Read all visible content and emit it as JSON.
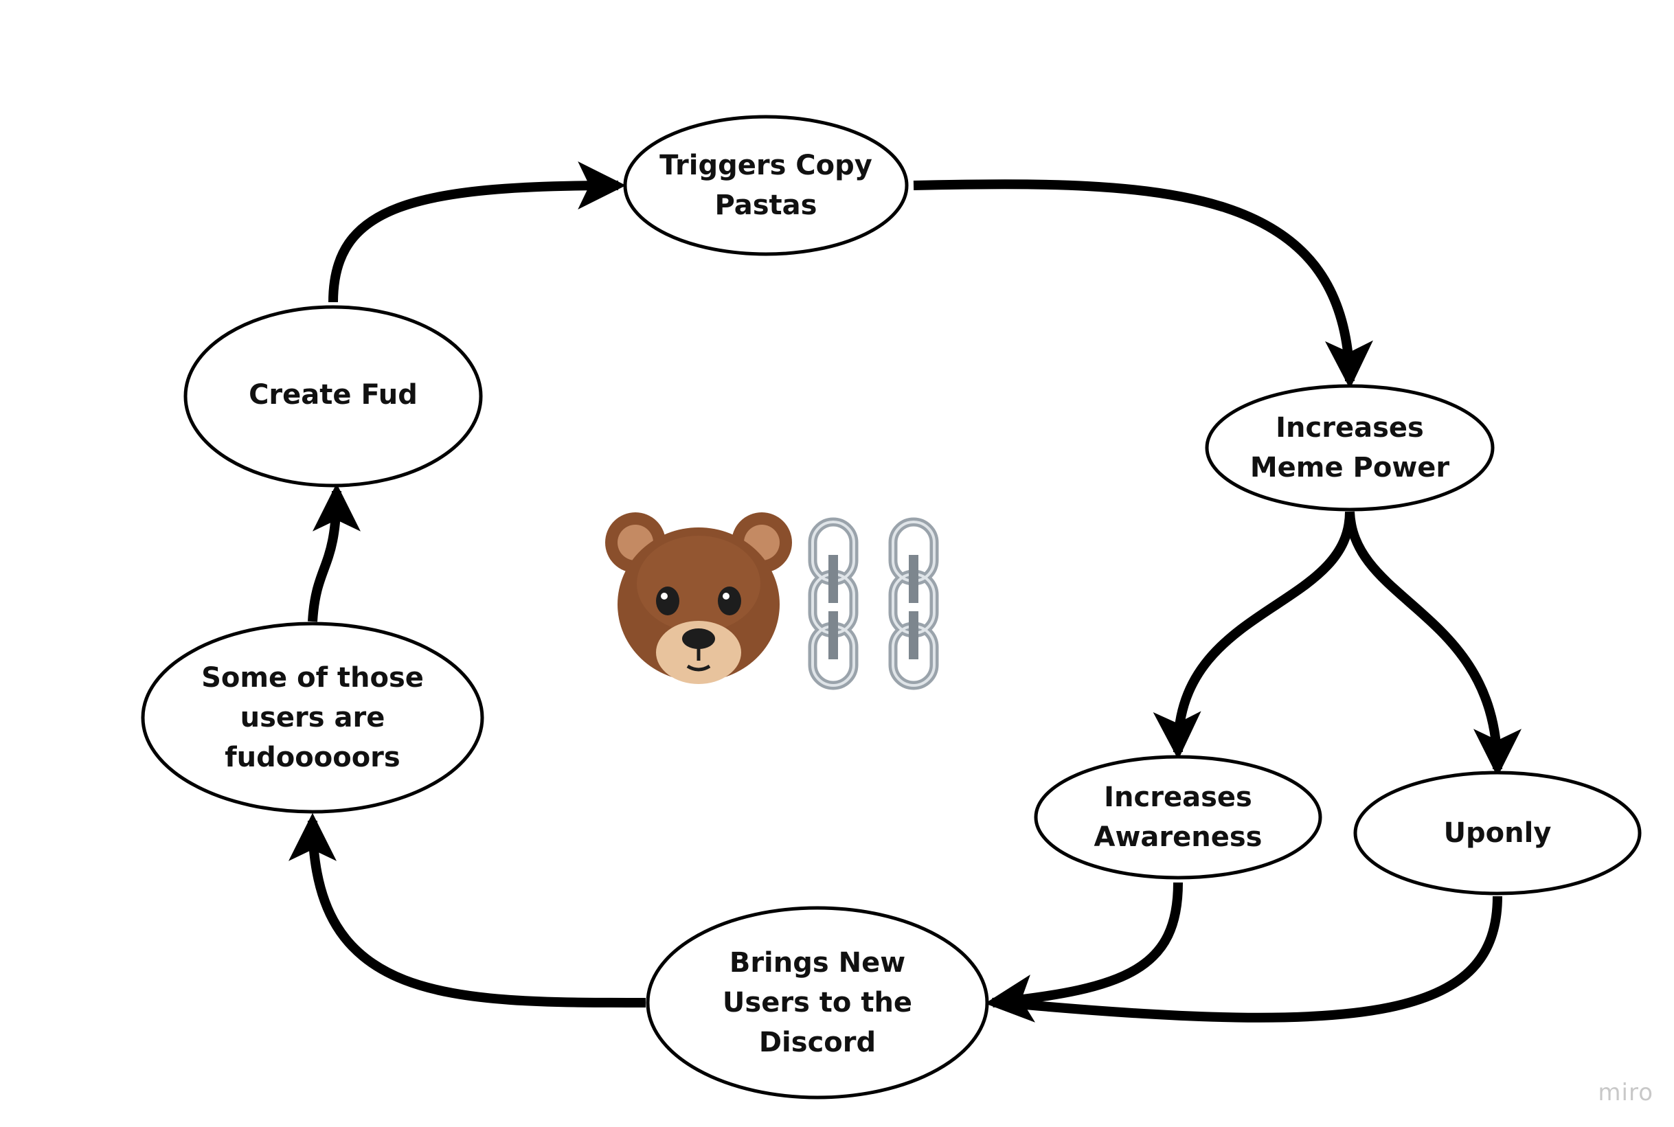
{
  "diagram": {
    "nodes": {
      "triggers": {
        "label": "Triggers Copy\nPastas"
      },
      "meme_power": {
        "label": "Increases\nMeme Power"
      },
      "awareness": {
        "label": "Increases\nAwareness"
      },
      "uponly": {
        "label": "Uponly"
      },
      "new_users": {
        "label": "Brings New\nUsers to the\nDiscord"
      },
      "fudooooors": {
        "label": "Some of those\nusers are\nfudooooors"
      },
      "create_fud": {
        "label": "Create Fud"
      }
    },
    "edges": [
      {
        "from": "create_fud",
        "to": "triggers"
      },
      {
        "from": "triggers",
        "to": "meme_power"
      },
      {
        "from": "meme_power",
        "to": "awareness"
      },
      {
        "from": "meme_power",
        "to": "uponly"
      },
      {
        "from": "awareness",
        "to": "new_users"
      },
      {
        "from": "uponly",
        "to": "new_users"
      },
      {
        "from": "new_users",
        "to": "fudooooors"
      },
      {
        "from": "fudooooors",
        "to": "create_fud"
      }
    ],
    "center_icons": [
      "bear-face-icon",
      "chain-icon",
      "chain-icon"
    ],
    "colors": {
      "stroke": "#000000",
      "fill": "#ffffff",
      "bear_brown": "#8a4f2c",
      "chain_gray": "#9aa3ab"
    }
  },
  "watermark": "miro"
}
